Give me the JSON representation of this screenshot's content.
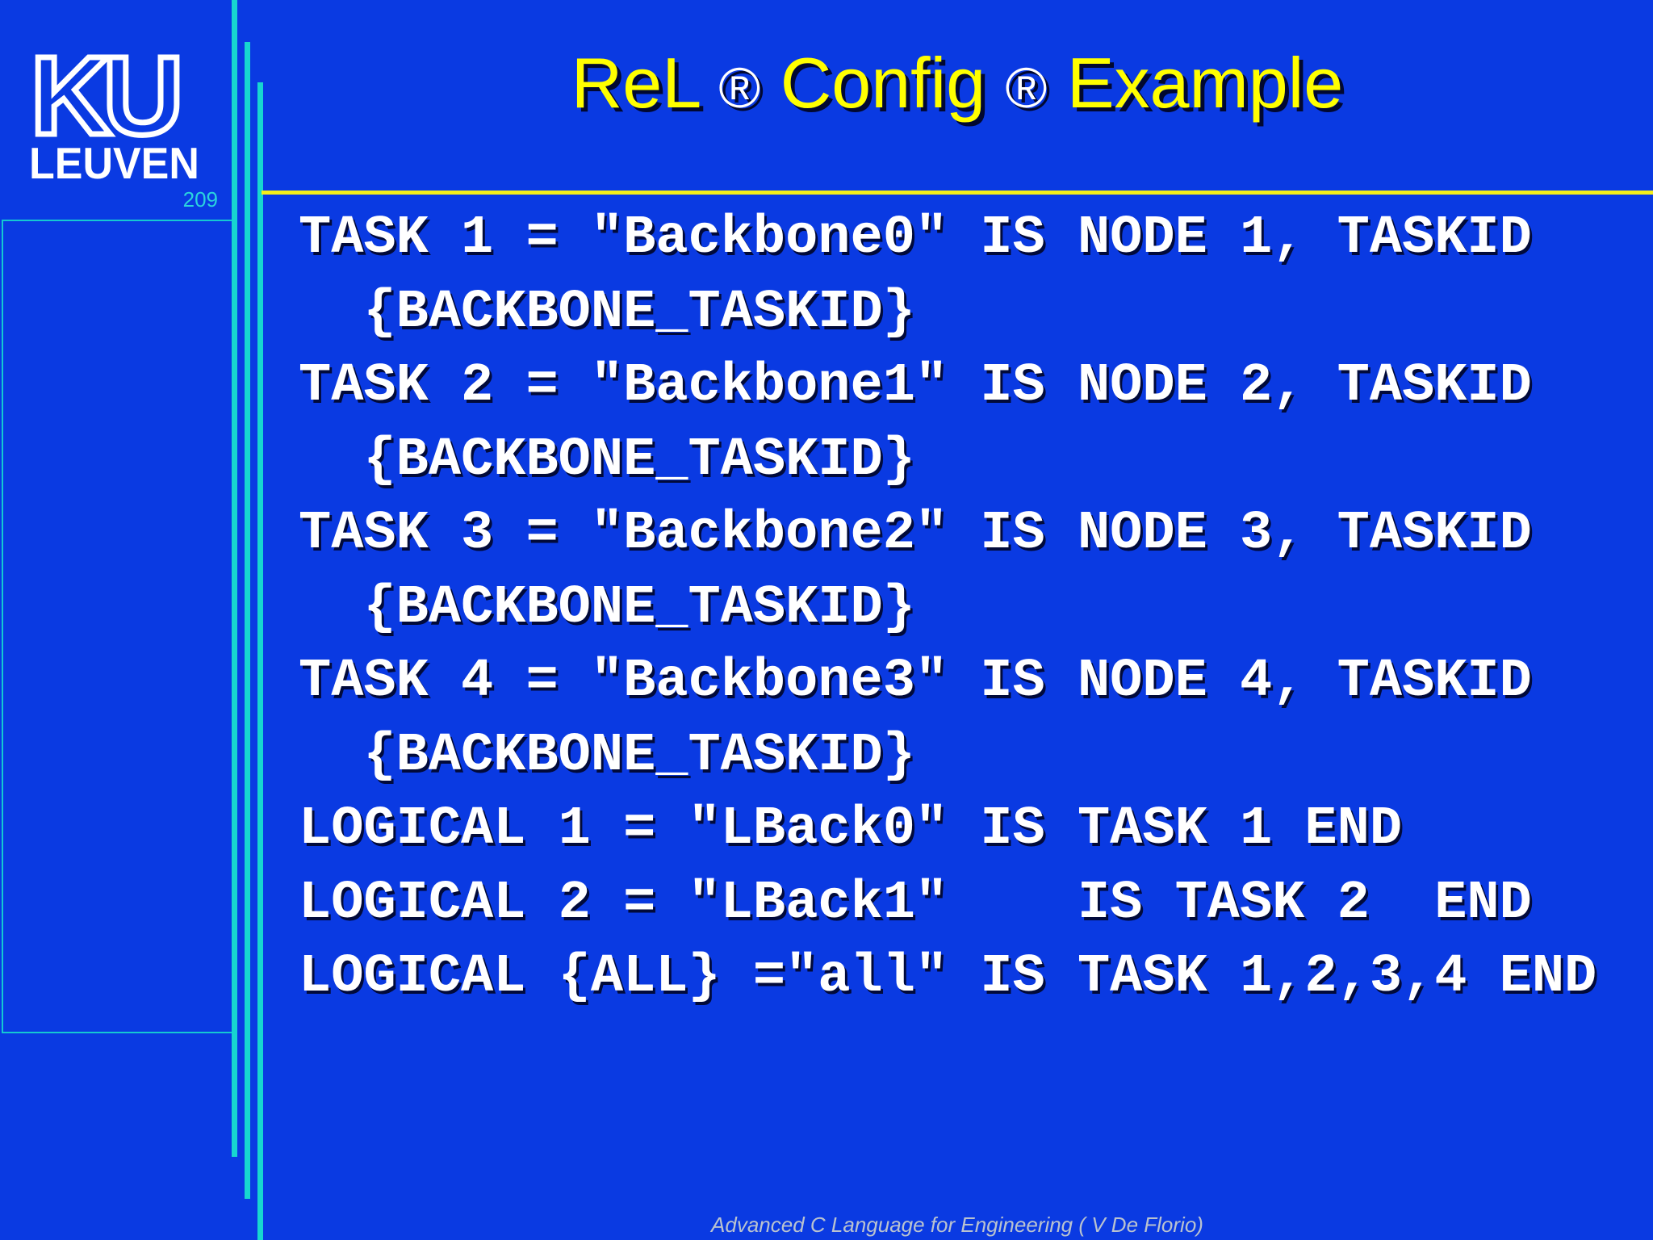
{
  "slide": {
    "background_color": "#0a3ae2",
    "accent_cyan": "#17d6d0",
    "title_yellow": "#ffff00",
    "code_color": "#ffffff",
    "footer_color": "#b9c2cf",
    "page_number": "209",
    "logo": {
      "top_text": "KU",
      "bottom_text": "LEUVEN"
    },
    "title": {
      "full_text": "ReL ® Config ® Example",
      "segments": [
        {
          "text": "ReL ",
          "white": false
        },
        {
          "text": "®",
          "white": true
        },
        {
          "text": " Config ",
          "white": false
        },
        {
          "text": "®",
          "white": true
        },
        {
          "text": " Example",
          "white": false
        }
      ]
    },
    "code": {
      "lines": [
        "TASK 1 = \"Backbone0\" IS NODE 1, TASKID",
        "  {BACKBONE_TASKID}",
        "TASK 2 = \"Backbone1\" IS NODE 2, TASKID",
        "  {BACKBONE_TASKID}",
        "TASK 3 = \"Backbone2\" IS NODE 3, TASKID",
        "  {BACKBONE_TASKID}",
        "TASK 4 = \"Backbone3\" IS NODE 4, TASKID",
        "  {BACKBONE_TASKID}",
        "LOGICAL 1 = \"LBack0\" IS TASK 1 END",
        "LOGICAL 2 = \"LBack1\"    IS TASK 2  END",
        "LOGICAL {ALL} =\"all\" IS TASK 1,2,3,4 END"
      ]
    },
    "footer": "Advanced C Language for Engineering  ( V De Florio)"
  }
}
